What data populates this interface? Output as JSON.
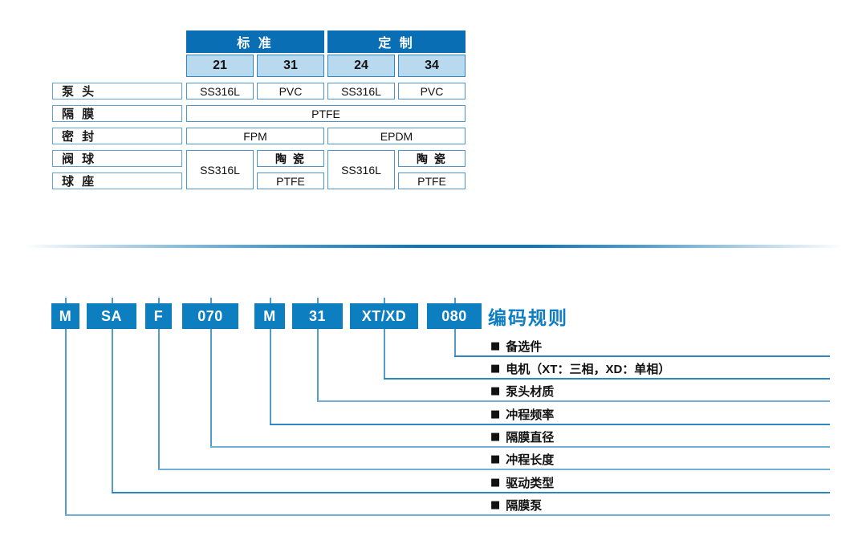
{
  "page": {
    "background": "#ffffff"
  },
  "colors": {
    "header_blue": "#0a6eb4",
    "code_box_blue": "#0d7fc1",
    "subheader_fill": "#b9d9ee",
    "cell_border": "#4b97cb",
    "connector_line": "#2e86c1",
    "title_blue": "#0e7ec4"
  },
  "materials_table": {
    "groups": [
      {
        "label": "标 准",
        "codes": [
          "21",
          "31"
        ]
      },
      {
        "label": "定 制",
        "codes": [
          "24",
          "34"
        ]
      }
    ],
    "rows": [
      {
        "label": "泵 头",
        "cells": [
          "SS316L",
          "PVC",
          "SS316L",
          "PVC"
        ]
      },
      {
        "label": "隔 膜",
        "cells": [
          "PTFE"
        ]
      },
      {
        "label": "密 封",
        "cells": [
          "FPM",
          "EPDM"
        ]
      },
      {
        "label": "阀 球",
        "cells": [
          "SS316L",
          "陶 瓷",
          "SS316L",
          "陶 瓷"
        ]
      },
      {
        "label": "球 座",
        "cells": [
          "PTFE",
          "PTFE"
        ]
      }
    ]
  },
  "coding_rule": {
    "title": "编码规则",
    "bullet": "■",
    "segments": [
      {
        "code": "M",
        "meaning": "隔膜泵"
      },
      {
        "code": "SA",
        "meaning": "驱动类型"
      },
      {
        "code": "F",
        "meaning": "冲程长度"
      },
      {
        "code": "070",
        "meaning": "隔膜直径"
      },
      {
        "code": "M",
        "meaning": "冲程频率"
      },
      {
        "code": "31",
        "meaning": "泵头材质"
      },
      {
        "code": "XT/XD",
        "meaning": "电机（XT：三相，XD：单相）"
      },
      {
        "code": "080",
        "meaning": "备选件"
      }
    ]
  }
}
